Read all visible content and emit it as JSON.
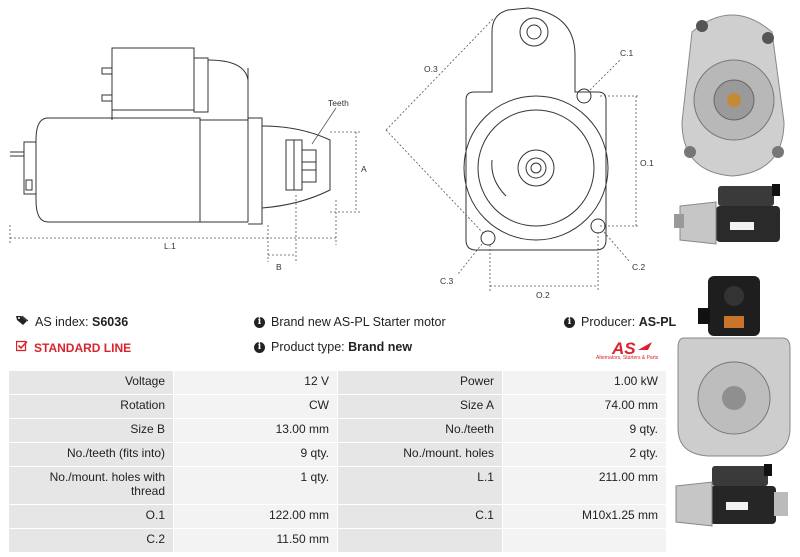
{
  "drawing_labels": {
    "teeth": "Teeth",
    "a": "A",
    "l1": "L.1",
    "b": "B",
    "o3": "O.3",
    "c1": "C.1",
    "o1": "O.1",
    "c2": "C.2",
    "c3": "C.3",
    "o2": "O.2"
  },
  "info": {
    "as_index_label": "AS index:",
    "as_index_value": "S6036",
    "description": "Brand new AS-PL Starter motor",
    "producer_label": "Producer:",
    "producer_value": "AS-PL",
    "standard_line": "STANDARD LINE",
    "product_type_label": "Product type:",
    "product_type_value": "Brand new"
  },
  "logo": {
    "mark": "AS",
    "tagline": "Alternators, Starters & Parts"
  },
  "specs": [
    {
      "l1": "Voltage",
      "v1": "12 V",
      "l2": "Power",
      "v2": "1.00 kW"
    },
    {
      "l1": "Rotation",
      "v1": "CW",
      "l2": "Size A",
      "v2": "74.00 mm"
    },
    {
      "l1": "Size B",
      "v1": "13.00 mm",
      "l2": "No./teeth",
      "v2": "9 qty."
    },
    {
      "l1": "No./teeth (fits into)",
      "v1": "9 qty.",
      "l2": "No./mount. holes",
      "v2": "2 qty."
    },
    {
      "l1": "No./mount. holes with thread",
      "v1": "1 qty.",
      "l2": "L.1",
      "v2": "211.00 mm"
    },
    {
      "l1": "O.1",
      "v1": "122.00 mm",
      "l2": "C.1",
      "v2": "M10x1.25 mm"
    },
    {
      "l1": "C.2",
      "v1": "11.50 mm",
      "l2": "",
      "v2": ""
    }
  ],
  "colors": {
    "brand_red": "#d9232d",
    "label_bg": "#e6e6e6",
    "value_bg": "#f3f3f3",
    "line": "#333333"
  }
}
